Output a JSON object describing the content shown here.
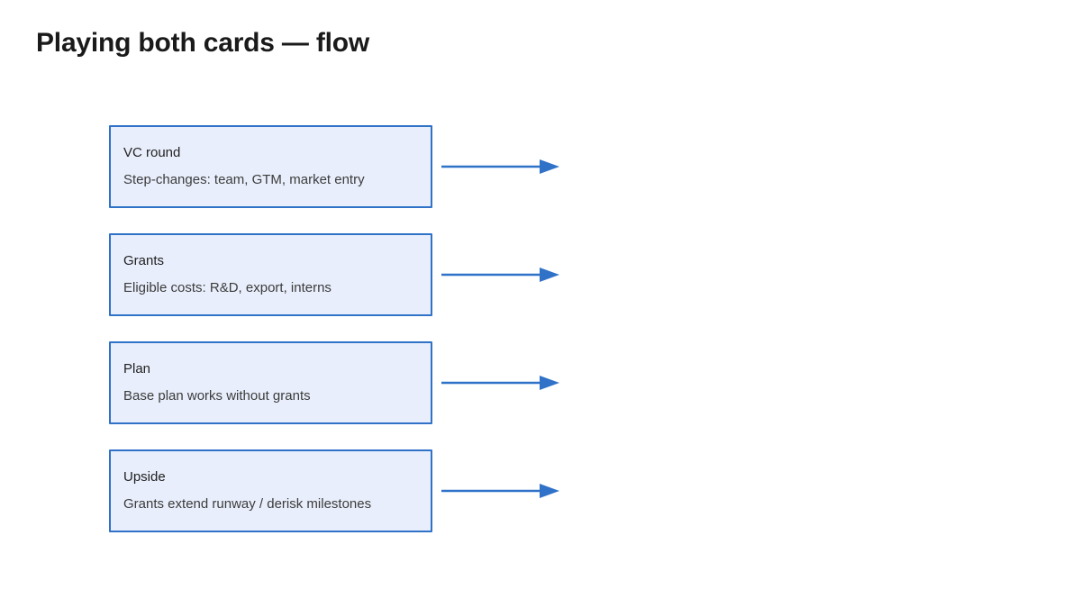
{
  "page": {
    "title": "Playing both cards — flow",
    "background_color": "#ffffff"
  },
  "theme": {
    "node_fill": "#e8eefb",
    "node_border": "#2f72c8",
    "arrow_color": "#2f72c8",
    "title_color": "#1a1a1a",
    "node_text_color": "#222222",
    "node_desc_color": "#3c3c3c"
  },
  "diagram": {
    "type": "flow",
    "orientation": "vertical-stack",
    "node_count": 4,
    "arrow_count": 4,
    "nodes": [
      {
        "id": "vc-round",
        "title": "VC round",
        "desc": "Step-changes: team, GTM, market entry",
        "arrow": "arrow-right"
      },
      {
        "id": "grants",
        "title": "Grants",
        "desc": "Eligible costs: R&D, export, interns",
        "arrow": "arrow-right"
      },
      {
        "id": "plan",
        "title": "Plan",
        "desc": "Base plan works without grants",
        "arrow": "arrow-right"
      },
      {
        "id": "upside",
        "title": "Upside",
        "desc": "Grants extend runway / derisk milestones",
        "arrow": "arrow-right"
      }
    ]
  }
}
